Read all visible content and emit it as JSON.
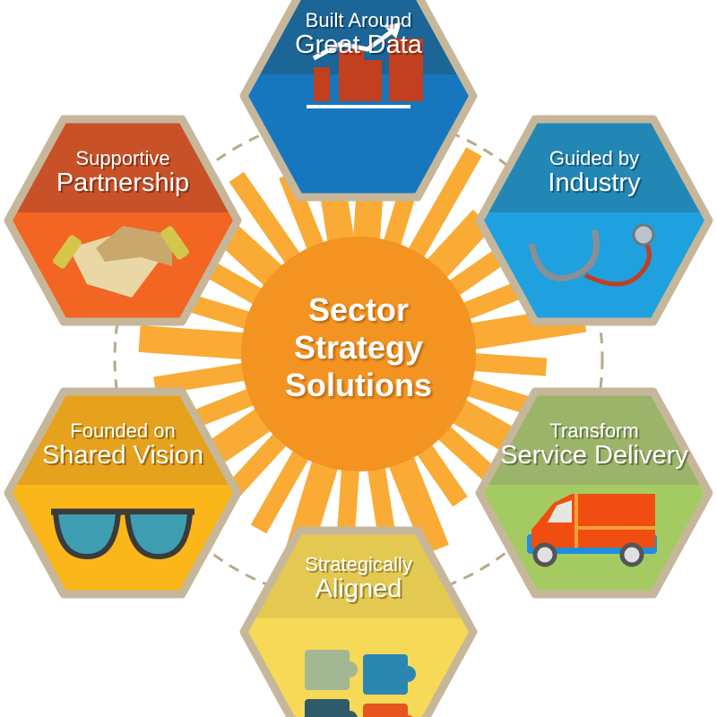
{
  "center": {
    "title_lines": [
      "Sector",
      "Strategy",
      "Solutions"
    ],
    "color": "#f39321"
  },
  "colors": {
    "ray": "#f9ab35",
    "border": "#c6b79b",
    "dash": "#b9a98d"
  },
  "hexagons": [
    {
      "id": "great-data",
      "line1": "Built Around",
      "line2": "Great Data",
      "icon": "bar-chart-icon",
      "header": "#1b6597",
      "body": "#1677bf"
    },
    {
      "id": "partnership",
      "line1": "Supportive",
      "line2": "Partnership",
      "icon": "handshake-icon",
      "header": "#c95128",
      "body": "#f26522"
    },
    {
      "id": "industry",
      "line1": "Guided by",
      "line2": "Industry",
      "icon": "stethoscope-icon",
      "header": "#2287b5",
      "body": "#1ea1de"
    },
    {
      "id": "shared-vision",
      "line1": "Founded on",
      "line2": "Shared Vision",
      "icon": "sunglasses-icon",
      "header": "#e6a21c",
      "body": "#fbb61a"
    },
    {
      "id": "service-delivery",
      "line1": "Transform",
      "line2": "Service Delivery",
      "icon": "van-icon",
      "header": "#9bb46a",
      "body": "#a3cb62"
    },
    {
      "id": "aligned",
      "line1": "Strategically",
      "line2": "Aligned",
      "icon": "puzzle-icon",
      "header": "#e3c851",
      "body": "#f6da57"
    }
  ]
}
